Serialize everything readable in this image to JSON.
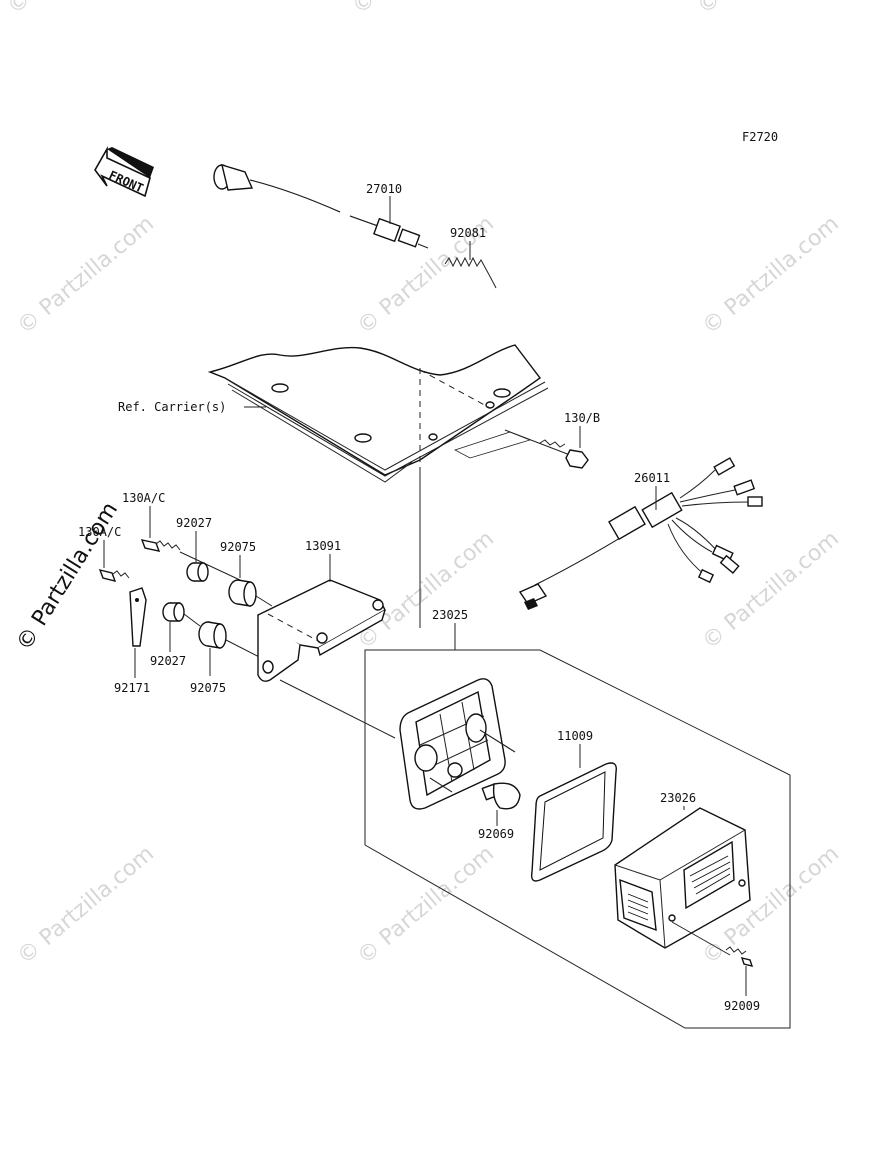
{
  "figure_code": "F2720",
  "front_arrow_label": "FRONT",
  "watermark": "© Partzilla.com",
  "reference_label": "Ref. Carrier(s)",
  "parts": {
    "p27010": "27010",
    "p92081": "92081",
    "p130b": "130/B",
    "p26011": "26011",
    "p130ac_1": "130A/C",
    "p130ac_2": "130A/C",
    "p92027_1": "92027",
    "p92027_2": "92027",
    "p92075_1": "92075",
    "p92075_2": "92075",
    "p13091": "13091",
    "p92171": "92171",
    "p23025": "23025",
    "p11009": "11009",
    "p23026": "23026",
    "p92069": "92069",
    "p92009": "92009"
  }
}
